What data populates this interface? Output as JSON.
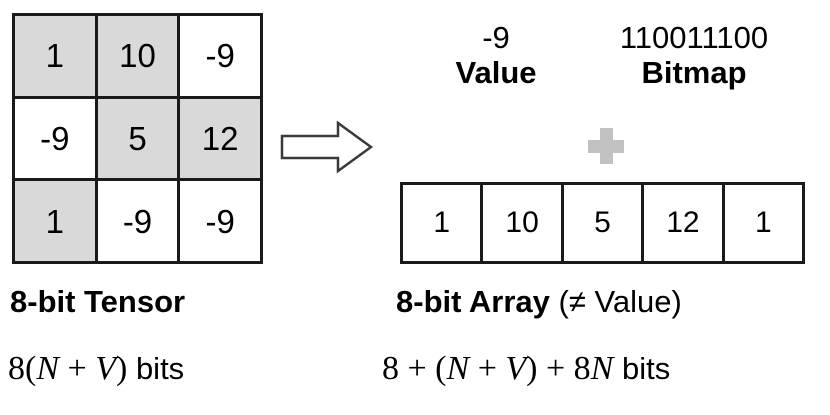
{
  "diagram": {
    "tensor": {
      "caption_bold": "8-bit Tensor",
      "caption_regular": "",
      "formula": {
        "prefix": "8(",
        "var1": "N",
        "op": " + ",
        "var2": "V",
        "suffix": ")",
        "units": "bits"
      },
      "rows": [
        [
          {
            "value": "1",
            "shaded": true
          },
          {
            "value": "10",
            "shaded": true
          },
          {
            "value": "-9",
            "shaded": false
          }
        ],
        [
          {
            "value": "-9",
            "shaded": false
          },
          {
            "value": "5",
            "shaded": true
          },
          {
            "value": "12",
            "shaded": true
          }
        ],
        [
          {
            "value": "1",
            "shaded": true
          },
          {
            "value": "-9",
            "shaded": false
          },
          {
            "value": "-9",
            "shaded": false
          }
        ]
      ]
    },
    "arrow": {
      "icon": "right-block-arrow-icon",
      "direction": "right"
    },
    "encoding": {
      "value": {
        "number": "-9",
        "label": "Value"
      },
      "bitmap": {
        "bits": "110011100",
        "label": "Bitmap"
      },
      "combine_icon": "plus-icon",
      "combine_color": "#c2c2c2"
    },
    "array": {
      "caption_bold": "8-bit Array",
      "caption_regular": " (≠ Value)",
      "cells": [
        "1",
        "10",
        "5",
        "12",
        "1"
      ],
      "formula": {
        "lead": "8 + (",
        "var1": "N",
        "op": " + ",
        "var2": "V",
        "close": ") + 8",
        "var3": "N",
        "units": "bits"
      }
    },
    "colors": {
      "shaded_cell": "#d9d9d9",
      "border": "#1a1a1a",
      "background": "#ffffff",
      "plus": "#c2c2c2"
    }
  }
}
